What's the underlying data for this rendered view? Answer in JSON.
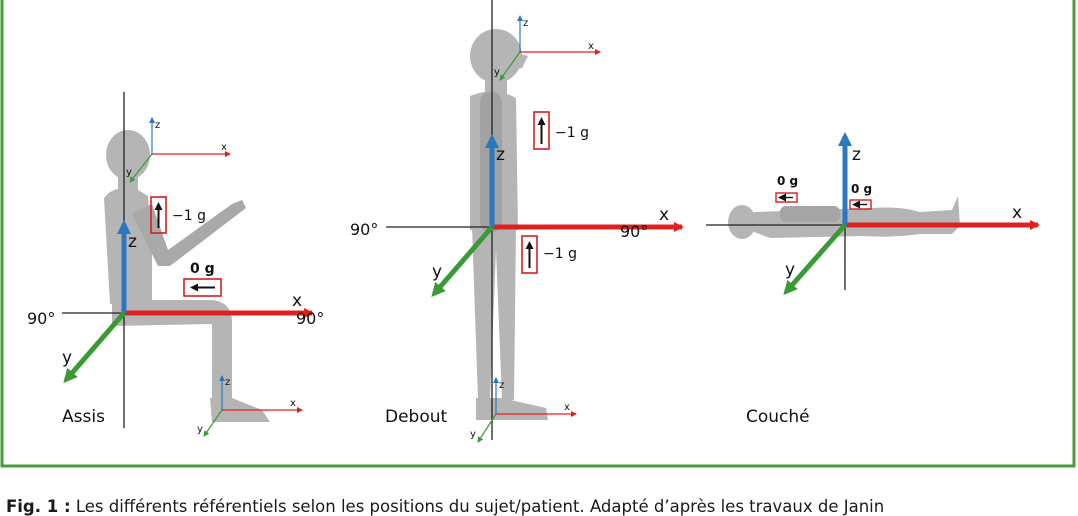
{
  "colors": {
    "frame": "#4a9a3c",
    "axis_x": "#e02020",
    "axis_y": "#3a9a35",
    "axis_z": "#2a78c0",
    "body": "#b5b5b5",
    "body_dark": "#9a9a9a",
    "box": "#d42020"
  },
  "axis_labels": {
    "x": "x",
    "y": "y",
    "z": "z"
  },
  "panels": {
    "assis": {
      "label": "Assis",
      "angle_left": "90°",
      "angle_right": "90°",
      "gravity_vertical": "−1 g",
      "gravity_horizontal": "0 g"
    },
    "debout": {
      "label": "Debout",
      "angle_left": "90°",
      "angle_right": "90°",
      "gravity_upper": "−1 g",
      "gravity_lower": "−1 g"
    },
    "couche": {
      "label": "Couché",
      "gravity_left": "0 g",
      "gravity_right": "0 g"
    }
  },
  "caption": {
    "fig_label": "Fig. 1 :",
    "text": "Les différents référentiels selon les positions du sujet/patient. Adapté d’après les travaux de Janin"
  }
}
